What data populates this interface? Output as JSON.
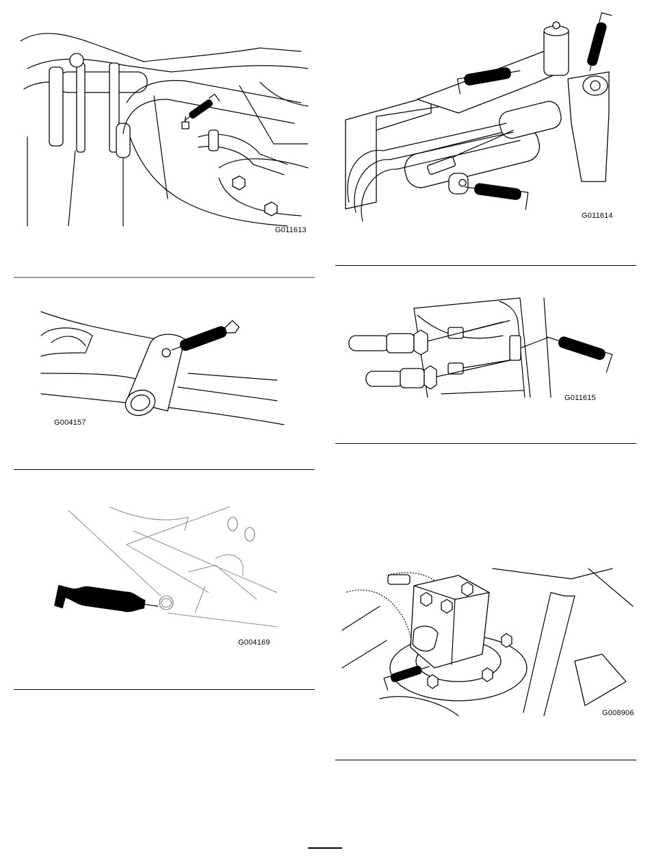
{
  "figures": [
    {
      "id": "fig-1",
      "code": "G011613"
    },
    {
      "id": "fig-2",
      "code": "G011614"
    },
    {
      "id": "fig-3",
      "code": "G004157"
    },
    {
      "id": "fig-4",
      "code": "G011615"
    },
    {
      "id": "fig-5",
      "code": "G004169"
    },
    {
      "id": "fig-6",
      "code": "G008906"
    }
  ]
}
